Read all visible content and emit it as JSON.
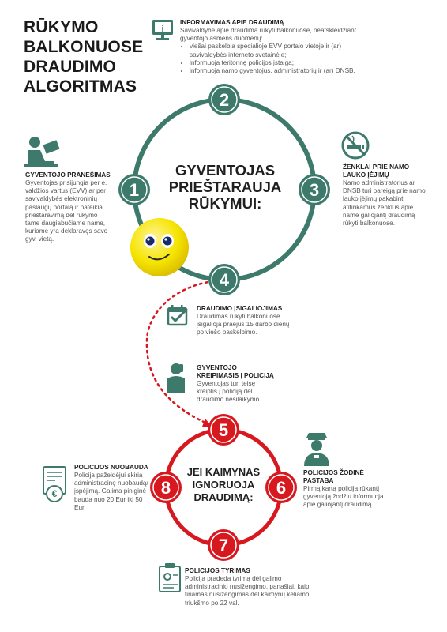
{
  "title": [
    "RŪKYMO",
    "BALKONUOSE",
    "DRAUDIMO",
    "ALGORITMAS"
  ],
  "colors": {
    "green": "#3d7a6c",
    "red": "#d7181f",
    "white": "#ffffff"
  },
  "steps": [
    {
      "num": "1",
      "heading": "GYVENTOJO PRANEŠIMAS",
      "text": "Gyventojas prisijungia per e. valdžios vartus (EVV) ar per savivaldybės elektroninių paslaugų portalą ir pateikia prieštaravimą dėl rūkymo tame daugiabučiame name, kuriame yra deklaravęs savo gyv. vietą.",
      "icon": "person-at-computer-icon"
    },
    {
      "num": "2",
      "heading": "INFORMAVIMAS APIE DRAUDIMĄ",
      "text": "Savivaldybė apie draudimą rūkyti balkonuose, neatskleidžiant gyventojo asmens duomenų:",
      "bullets": [
        "viešai paskelbia specialioje EVV portalo vietoje ir (ar) savivaldybės interneto svetainėje;",
        "informuoja teritorinę policijos įstaigą;",
        "informuoja namo gyventojus, administratorių ir (ar) DNSB."
      ],
      "icon": "info-monitor-icon"
    },
    {
      "num": "3",
      "heading": "ŽENKLAI PRIE NAMO LAUKO ĮĖJIMŲ",
      "text": "Namo administratorius ar DNSB turi pareigą prie namo lauko įėjimų pakabinti atitinkamus ženklus apie name galiojantį draudimą rūkyti balkonuose.",
      "icon": "no-smoking-icon"
    },
    {
      "num": "4",
      "heading": "DRAUDIMO ĮSIGALIOJIMAS",
      "text": "Draudimas rūkyti balkonuose įsigalioja praėjus 15 darbo dienų po viešo paskelbimo.",
      "icon": "calendar-check-icon"
    },
    {
      "num": "",
      "heading": "GYVENTOJO KREIPIMASIS Į POLICIJĄ",
      "text": "Gyventojas turi teisę kreiptis į policiją dėl draudimo nesilaikymo.",
      "icon": "person-phone-icon"
    },
    {
      "num": "5"
    },
    {
      "num": "6",
      "heading": "POLICIJOS ŽODINĖ PASTABA",
      "text": "Pirmą kartą policija rūkantį gyventoją žodžiu informuoja apie galiojantį draudimą.",
      "icon": "police-officer-icon"
    },
    {
      "num": "7",
      "heading": "POLICIJOS TYRIMAS",
      "text": "Policija pradeda tyrimą dėl galimo administracinio nusižengimo, panašiai, kaip tiriamas nusižengimas dėl kaimynų keliamo triukšmo po 22 val.",
      "icon": "clipboard-gear-icon"
    },
    {
      "num": "8",
      "heading": "POLICIJOS NUOBAUDA",
      "text": "Policija pažeidėjui skiria administracinę nuobaudą/įspėjimą. Galima piniginė bauda nuo 20 Eur iki 50 Eur.",
      "icon": "euro-document-icon"
    }
  ],
  "center_green": [
    "GYVENTOJAS",
    "PRIEŠTARAUJA",
    "RŪKYMUI:"
  ],
  "center_red": [
    "JEI KAIMYNAS",
    "IGNORUOJA",
    "DRAUDIMĄ:"
  ]
}
